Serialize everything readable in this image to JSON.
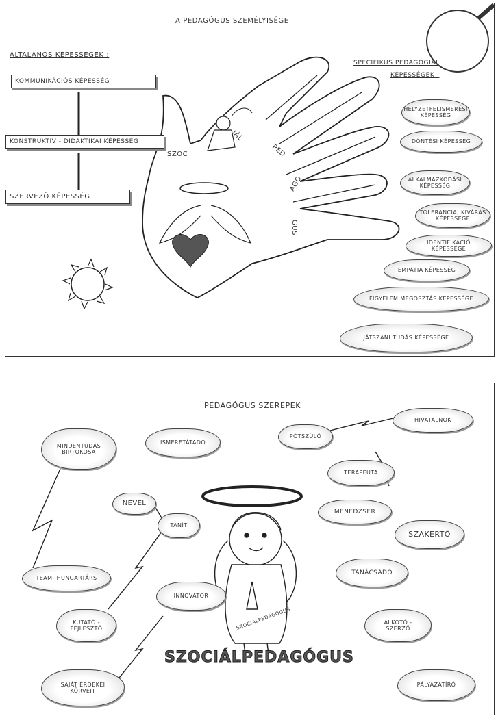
{
  "panel1": {
    "title": "A PEDAGÓGUS SZEMÉLYISÉGE",
    "general_title": "ÁLTALÁNOS KÉPESSÉGEK :",
    "general_items": [
      "KOMMUNIKÁCIÓS KÉPESSÉG",
      "KONSTRUKTÍV - DIDAKTIKAI KÉPESSÉG",
      "SZERVEZŐ KÉPESSÉG"
    ],
    "specific_title_1": "SPECIFIKUS PEDAGÓGIAI",
    "specific_title_2": "KÉPESSÉGEK :",
    "specific_items": [
      "HELYZETFELISMERÉSI\nKÉPESSÉG",
      "DÖNTÉSI KÉPESSÉG",
      "ALKALMAZKODÁSI\nKÉPESSÉG",
      "TOLERANCIA, KIVÁRÁS\nKÉPESSÉGE",
      "IDENTIFIKÁCIÓ KÉPESSÉGE",
      "EMPÁTIA KÉPESSÉG",
      "FIGYELEM MEGOSZTÁS KÉPESSÉGE",
      "JÁTSZANI TUDÁS KÉPESSÉGE"
    ],
    "hand_words": [
      "SZOC",
      "IÁL",
      "PED",
      "AGÓ",
      "GUS"
    ]
  },
  "panel2": {
    "title": "PEDAGÓGUS SZEREPEK",
    "roles": {
      "mindentudo": "MINDENTUDÁS\nBIRTOKOSA",
      "ismeretatado": "ISMERETÁTADÓ",
      "potszulo": "PÓTSZÜLŐ",
      "hivatalnok": "HIVATALNOK",
      "terapeuta": "TERAPEUTA",
      "nevelo": "NEVEL",
      "tanito": "TANÍT",
      "menedzser": "MENEDZSER",
      "szakerto": "SZAKÉRTŐ",
      "teamtag": "TEAM- HUNGARTÁRS",
      "tanacsado": "TANÁCSADÓ",
      "innovator": "INNOVÁTOR",
      "kutato": "KUTATÓ -\nFEJLESZTŐ",
      "alkoto": "ALKOTÓ -\nSZERZŐ",
      "sajatkorei": "SAJÁT ÉRDEKEI\nKÖRVEIT",
      "palyazatiro": "PÁLYÁZATÍRÓ"
    },
    "angel_body_text": "SZOCIÁLPEDAGÓGUS",
    "bottom_title": "SZOCIÁLPEDAGÓGUS"
  },
  "colors": {
    "ink": "#222222",
    "heart": "#555555",
    "cloud_shade": "#bdbdbd"
  }
}
